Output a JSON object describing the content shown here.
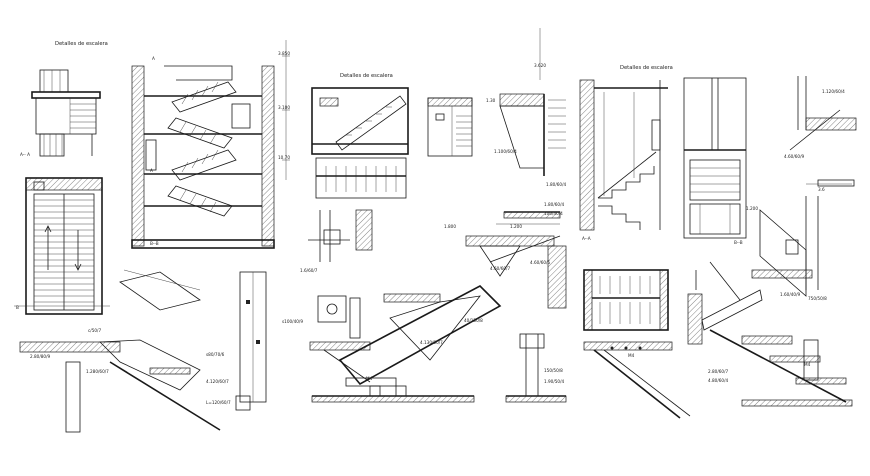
{
  "titles": {
    "detail_left": "Detalles de escalera",
    "detail_middle": "Detalles de escalera",
    "detail_right": "Detalles de escalera"
  },
  "section_marks": {
    "aa_left": "A-- A",
    "bb_center": "B--B",
    "aa_right": "A--A",
    "bb_right": "B--B",
    "a_top": "A",
    "a_mid": "A",
    "b_mark": "B"
  },
  "levels": {
    "l1": "3.850",
    "l2": "3.100",
    "l3": "10.70",
    "l4": "3.620",
    "l5": "1.30"
  },
  "annotations": {
    "a1": "1.100/60/4",
    "a2": "1.80/60/4",
    "a3": "100/40/4",
    "a4": "1.90/50/4",
    "a5": "c/50/7",
    "a6": "s80/70/6",
    "a7": "1.6/60/7",
    "a8": "4.120/60/7",
    "a9": "s100/40/9",
    "a10": "4.130/60/7",
    "a11": "L=120/60/7",
    "a12": "40/150/8",
    "a13": "2.80/80/9",
    "a14": "1.280/60/7",
    "a15": "4.60/60/7",
    "a16": "4.60/60/5",
    "a17": "150/50/8",
    "a18": "750/50/8",
    "a19": "1.120/60/4",
    "a20": "4.60/60/9",
    "a21": "3.6",
    "a22": "1.60/40/9",
    "a23": "2.80/60/7",
    "a24": "4.80/60/4",
    "a25": "M4",
    "a26": "M4",
    "a27": "M4",
    "a28": "1.200",
    "a29": "1.800",
    "a30": "1.200"
  }
}
